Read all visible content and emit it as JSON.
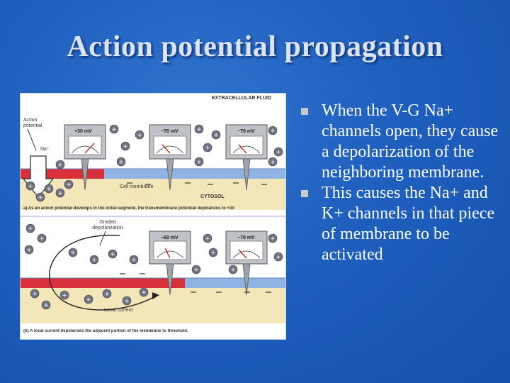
{
  "slide": {
    "title": "Action potential propagation",
    "colors": {
      "background": "#1f5fbe",
      "title_text": "#dbe3f4",
      "body_text": "#ffffff"
    }
  },
  "figure_a": {
    "region_label": "EXTRACELLULAR FLUID",
    "action_potential_label": "Action potential",
    "na_label": "Na⁺",
    "meter_left": "+30 mV",
    "meter_middle": "−70 mV",
    "meter_right": "−70 mV",
    "cell_membrane_label": "Cell membrane",
    "cytosol_label": "CYTOSOL",
    "caption": "a) As an action potential develops in the initial segment, the transmembrane potential depolarizes to +30"
  },
  "figure_b": {
    "graded_label": "Graded depolarization",
    "meter_left": "−60 mV",
    "meter_right": "−70 mV",
    "local_current_label": "Local current",
    "caption": "(b) A local current depolarizes the adjacent portion of the membrane to threshold."
  },
  "bullets": [
    "When the V-G Na+ channels open, they cause a depolarization of the neighboring membrane.",
    "This causes the Na+ and K+ channels in that piece of membrane to be activated"
  ]
}
